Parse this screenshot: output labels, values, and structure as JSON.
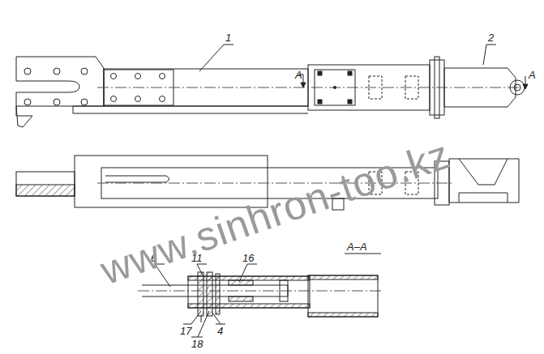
{
  "diagram": {
    "labels": [
      "1",
      "2",
      "A",
      "A",
      "A–A",
      "6",
      "11",
      "16",
      "17",
      "4",
      "18",
      "www.sinhron-too.kz"
    ]
  }
}
